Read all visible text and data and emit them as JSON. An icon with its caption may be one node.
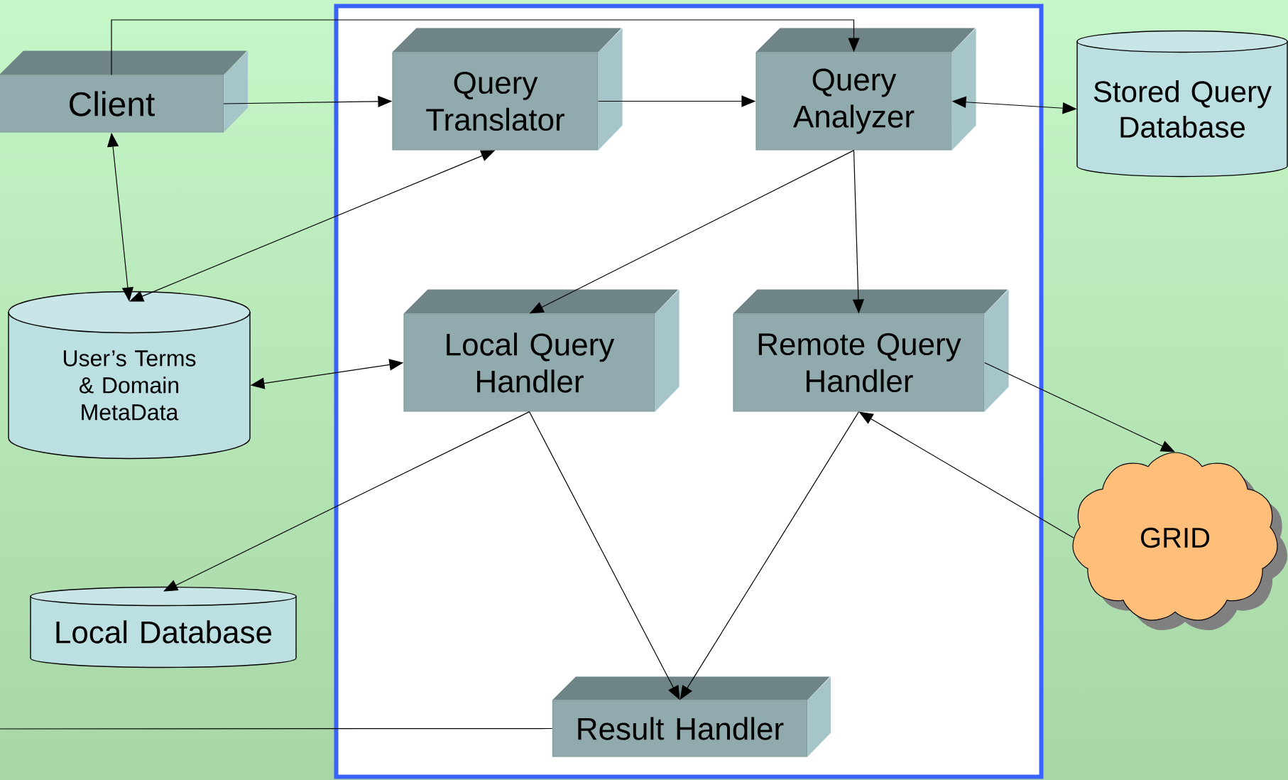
{
  "diagram": {
    "nodes": [
      {
        "text": [],
        "shape": "box"
      },
      {
        "text": [
          "Client"
        ]
      },
      {
        "text": [
          "Query Translator"
        ],
        "in": 0
      },
      {
        "text": [
          "Query Analyzer"
        ],
        "in": 0
      },
      {
        "text": [
          "Stored Query Database"
        ]
      },
      {
        "text": [
          "User’s Terms & Domain MetaData"
        ]
      },
      {
        "text": [
          "Local Query Handler"
        ],
        "in": 0
      },
      {
        "text": [
          "Remote Query Handler"
        ],
        "in": 0
      },
      {
        "text": [
          "Local Database"
        ]
      },
      {
        "text": [
          "GRID"
        ]
      },
      {
        "text": [
          "Result Handler"
        ],
        "in": 0
      }
    ],
    "edges": [
      {
        "from": 1,
        "to": 3,
        "arrow": "to"
      },
      {
        "from": 1,
        "to": 2,
        "arrow": "to"
      },
      {
        "from": 2,
        "to": 3,
        "arrow": "to"
      },
      {
        "from": 3,
        "to": 4,
        "arrow": "both"
      },
      {
        "from": 1,
        "to": 5,
        "arrow": "both"
      },
      {
        "from": 2,
        "to": 5,
        "arrow": "both"
      },
      {
        "from": 5,
        "to": 6,
        "arrow": "both"
      },
      {
        "from": 3,
        "to": 6,
        "arrow": "to"
      },
      {
        "from": 3,
        "to": 7,
        "arrow": "to"
      },
      {
        "from": 6,
        "to": 8,
        "arrow": "to"
      },
      {
        "from": 6,
        "to": 10,
        "arrow": "to"
      },
      {
        "from": 7,
        "to": 10,
        "arrow": "to"
      },
      {
        "from": 7,
        "to": 9,
        "arrow": "to"
      },
      {
        "from": 9,
        "to": 7,
        "arrow": "to"
      },
      {
        "from": 10,
        "to": null,
        "arrow": "none"
      }
    ]
  }
}
